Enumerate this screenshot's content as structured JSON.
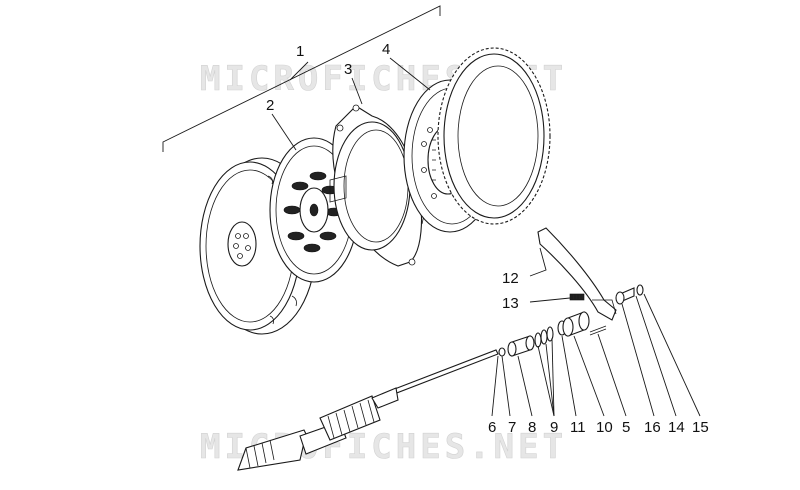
{
  "watermark": "MICROFICHES.NET",
  "callouts": [
    "1",
    "2",
    "3",
    "4",
    "5",
    "6",
    "7",
    "8",
    "9",
    "10",
    "11",
    "12",
    "13",
    "14",
    "15",
    "16"
  ],
  "bottom_callouts": [
    "6",
    "7",
    "8",
    "9",
    "11",
    "10",
    "5",
    "16",
    "14",
    "15"
  ]
}
